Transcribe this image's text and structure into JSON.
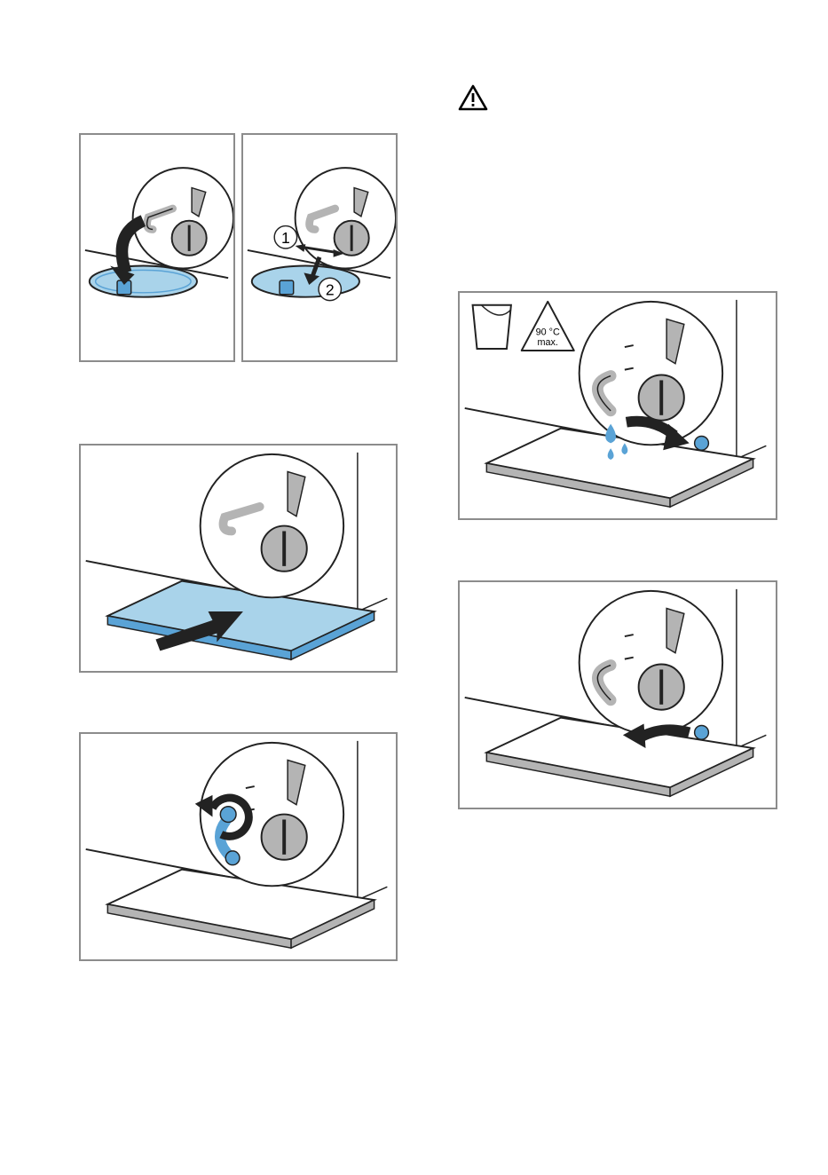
{
  "warning": {
    "icon": "warning-triangle-icon"
  },
  "step_labels": {
    "one": "1",
    "two": "2"
  },
  "temperature_sign": {
    "line1": "90 °C",
    "line2": "max."
  },
  "colors": {
    "accent_blue": "#5aa3d6",
    "light_blue": "#a9d3ea",
    "line": "#222222",
    "frame": "#8c8c8c",
    "grey": "#b4b4b4"
  }
}
